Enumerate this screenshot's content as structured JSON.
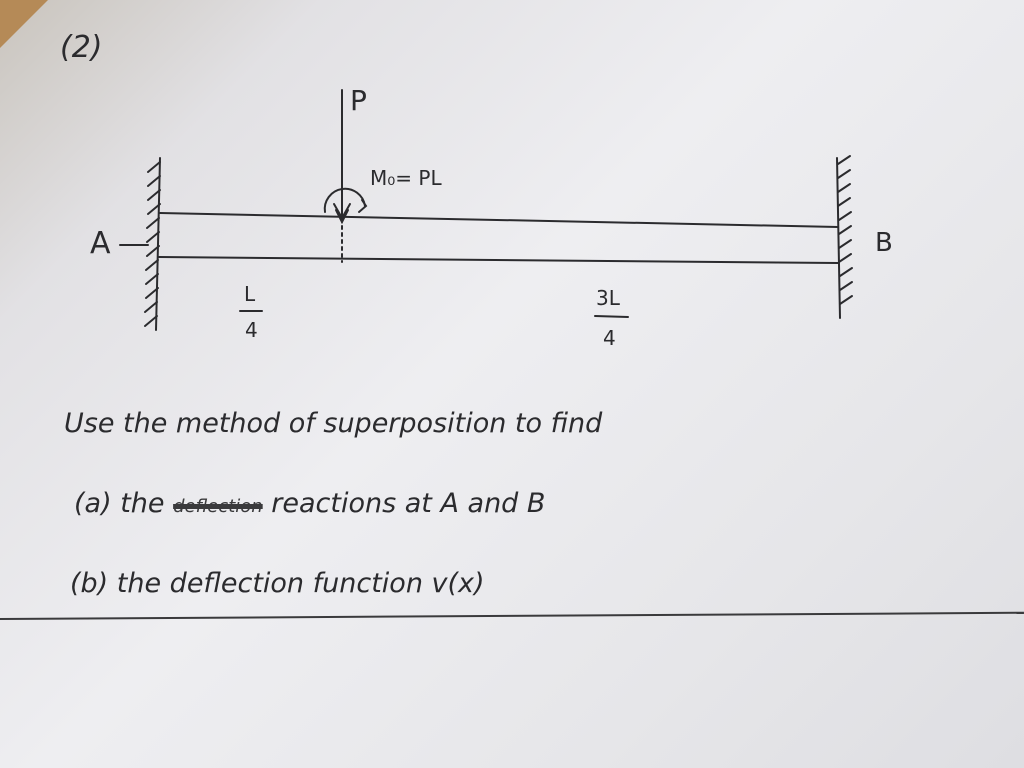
{
  "problem_number": "(2)",
  "labels": {
    "load": "P",
    "moment": "M₀= PL",
    "support_left": "A",
    "support_right": "B",
    "seg_left_num": "L",
    "seg_left_den": "4",
    "seg_right_num": "3L",
    "seg_right_den": "4"
  },
  "text": {
    "intro": "Use the method of superposition to find",
    "part_a_prefix": "(a) the",
    "part_a_struck": "deflection",
    "part_a_rest": "reactions at A and B",
    "part_b": "(b) the deflection function v(x)"
  },
  "colors": {
    "ink": "#2b2b2e",
    "paper": "#ececef"
  }
}
